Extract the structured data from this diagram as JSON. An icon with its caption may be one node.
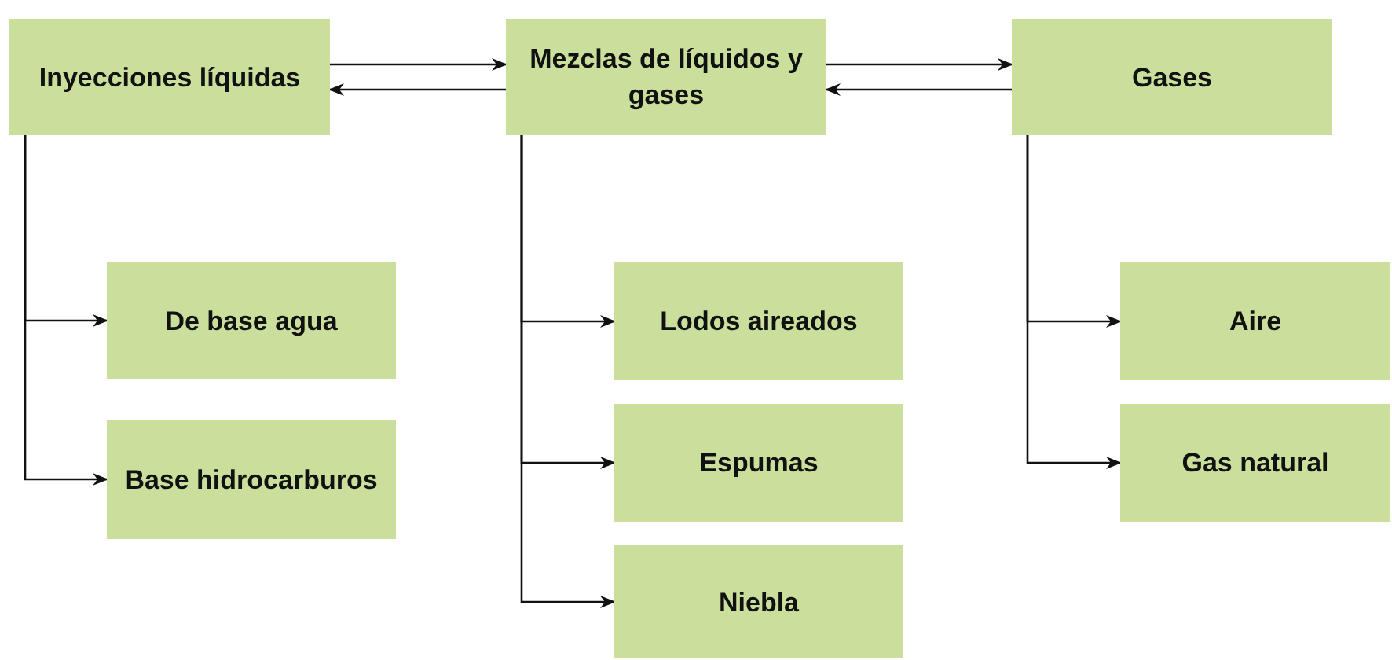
{
  "diagram": {
    "nodes": [
      {
        "text": [
          "Inyecciones líquidas"
        ]
      },
      {
        "text": [
          "Mezclas de líquidos y gases"
        ]
      },
      {
        "text": [
          "Gases"
        ]
      },
      {
        "text": [
          "De base agua"
        ]
      },
      {
        "text": [
          "Base hidrocarburos"
        ]
      },
      {
        "text": [
          "Lodos aireados"
        ]
      },
      {
        "text": [
          "Espumas"
        ]
      },
      {
        "text": [
          "Niebla"
        ]
      },
      {
        "text": [
          "Aire"
        ]
      },
      {
        "text": [
          "Gas natural"
        ]
      }
    ],
    "edges": [
      {
        "from": 0,
        "to": 1,
        "arrow": "to"
      },
      {
        "from": 1,
        "to": 0,
        "arrow": "to"
      },
      {
        "from": 1,
        "to": 2,
        "arrow": "to"
      },
      {
        "from": 2,
        "to": 1,
        "arrow": "to"
      },
      {
        "from": 0,
        "to": 3,
        "arrow": "to"
      },
      {
        "from": 0,
        "to": 4,
        "arrow": "to"
      },
      {
        "from": 1,
        "to": 5,
        "arrow": "to"
      },
      {
        "from": 1,
        "to": 6,
        "arrow": "to"
      },
      {
        "from": 1,
        "to": 7,
        "arrow": "to"
      },
      {
        "from": 2,
        "to": 8,
        "arrow": "to"
      },
      {
        "from": 2,
        "to": 9,
        "arrow": "to"
      }
    ]
  }
}
